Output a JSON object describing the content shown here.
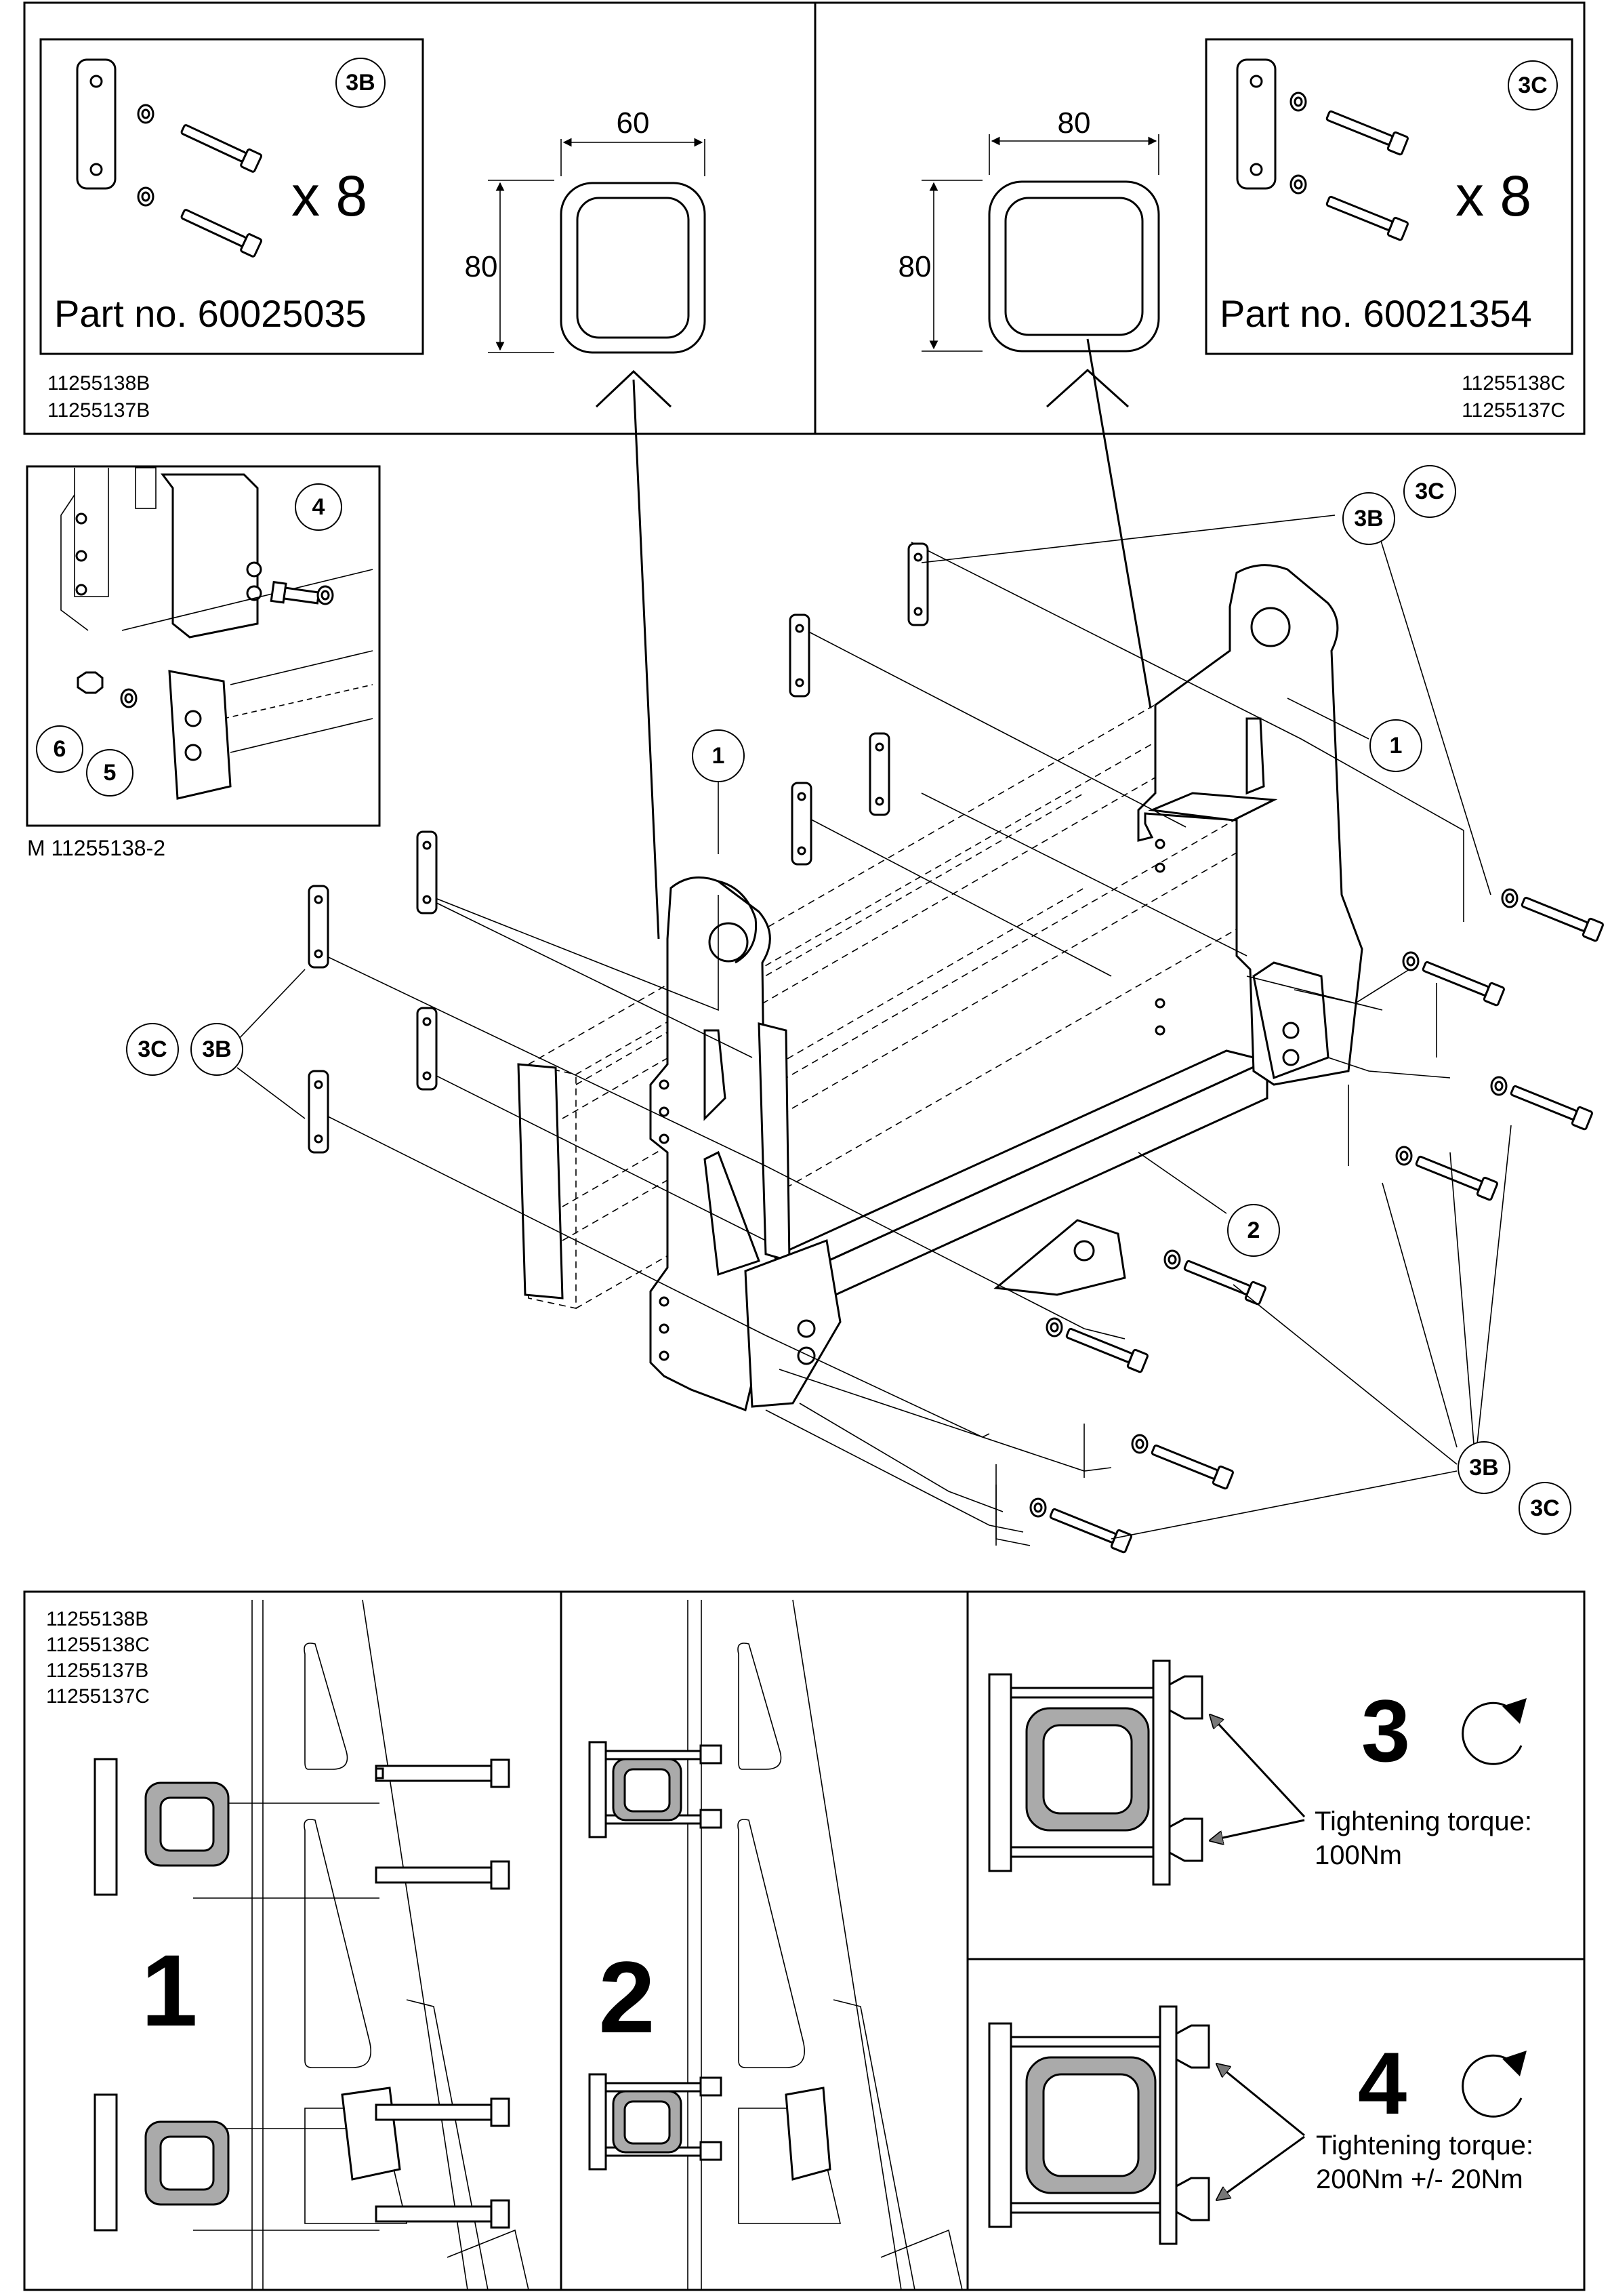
{
  "top_left": {
    "kit_badge": "3B",
    "quantity": "x 8",
    "part_number": "Part no. 60025035",
    "tube_width": "60",
    "tube_height": "80",
    "model_codes": [
      "11255138B",
      "11255137B"
    ]
  },
  "top_right": {
    "kit_badge": "3C",
    "quantity": "x 8",
    "part_number": "Part no. 60021354",
    "tube_width": "80",
    "tube_height": "80",
    "model_codes": [
      "11255138C",
      "11255137C"
    ]
  },
  "detail_inset": {
    "callouts": [
      "4",
      "5",
      "6"
    ],
    "reference": "M 11255138-2"
  },
  "main_view": {
    "callouts": {
      "part_1": "1",
      "part_2": "2",
      "kit_3b": "3B",
      "kit_3c": "3C"
    }
  },
  "steps": {
    "models": [
      "11255138B",
      "11255138C",
      "11255137B",
      "11255137C"
    ],
    "step1": "1",
    "step2": "2",
    "step3": {
      "number": "3",
      "torque_label": "Tightening torque:",
      "torque_value": "100Nm"
    },
    "step4": {
      "number": "4",
      "torque_label": "Tightening torque:",
      "torque_value": "200Nm +/- 20Nm"
    }
  },
  "icons": [
    "rotate-clockwise-icon",
    "arrow-up-icon",
    "bolt-icon",
    "washer-icon",
    "nut-icon",
    "spacer-plate-icon"
  ]
}
